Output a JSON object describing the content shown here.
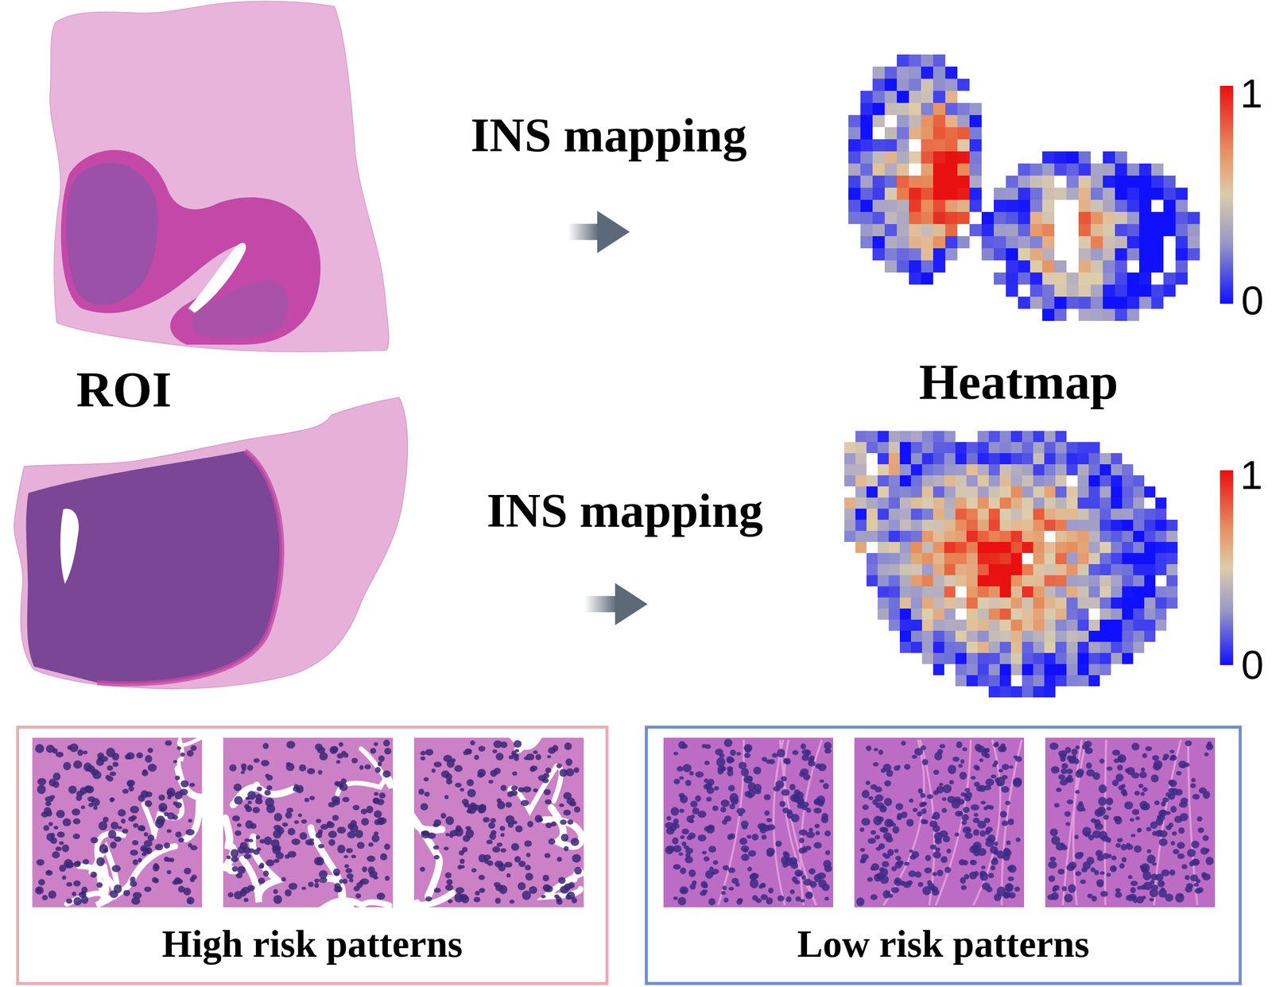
{
  "diagram": {
    "nodes": [
      {
        "text": [
          "High risk patterns"
        ]
      },
      {
        "text": [
          "Low risk patterns"
        ]
      }
    ],
    "labels": [
      "INS mapping",
      "ROI",
      "Heatmap",
      "INS mapping",
      "1",
      "0",
      "1",
      "0"
    ]
  }
}
